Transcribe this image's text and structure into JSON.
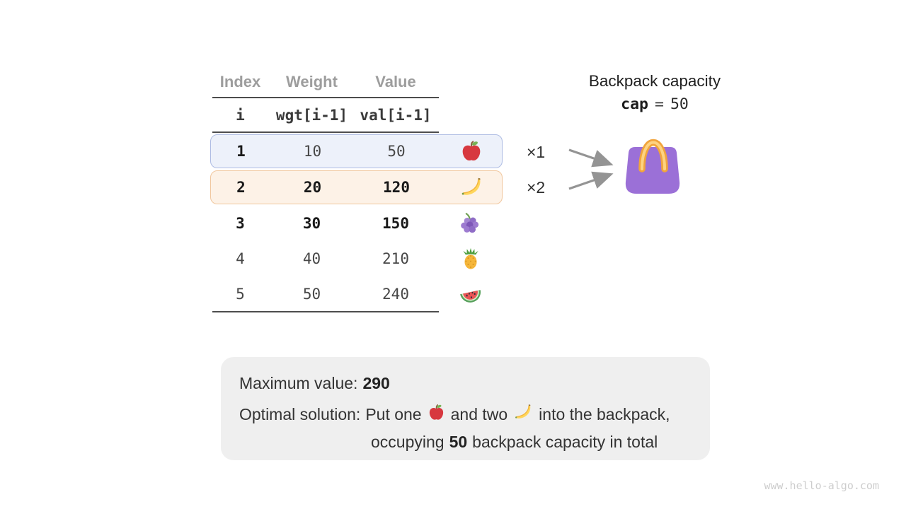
{
  "table": {
    "headers": [
      "Index",
      "Weight",
      "Value"
    ],
    "code_headers": [
      "i",
      "wgt[i-1]",
      "val[i-1]"
    ],
    "rows": [
      {
        "index": "1",
        "weight": "10",
        "value": "50",
        "fruit": "apple",
        "multiplier": "×1",
        "highlight": "blue"
      },
      {
        "index": "2",
        "weight": "20",
        "value": "120",
        "fruit": "banana",
        "multiplier": "×2",
        "highlight": "orange"
      },
      {
        "index": "3",
        "weight": "30",
        "value": "150",
        "fruit": "grapes",
        "multiplier": "",
        "highlight": ""
      },
      {
        "index": "4",
        "weight": "40",
        "value": "210",
        "fruit": "pineapple",
        "multiplier": "",
        "highlight": ""
      },
      {
        "index": "5",
        "weight": "50",
        "value": "240",
        "fruit": "watermelon",
        "multiplier": "",
        "highlight": ""
      }
    ]
  },
  "capacity": {
    "title": "Backpack capacity",
    "var": "cap",
    "eq": "=",
    "value": "50"
  },
  "summary": {
    "max_label": "Maximum value:",
    "max_value": "290",
    "opt_label": "Optimal solution:",
    "opt_put": "Put one",
    "opt_and": "and two",
    "opt_into": "into the backpack,",
    "occ_pre": "occupying",
    "occ_bold": "50",
    "occ_post": "backpack capacity in total"
  },
  "watermark": "www.hello-algo.com",
  "colors": {
    "row-blue-bg": "#edf1fa",
    "row-blue-border": "#aebce3",
    "row-orange-bg": "#fdf2e7",
    "row-orange-border": "#f1c79e",
    "bag-body": "#9b70d7",
    "bag-handle": "#f1a43c",
    "bag-handle-inner": "#fdd382",
    "line": "#4d4d4d",
    "header-gray": "#9d9d9d",
    "arrow": "#949494",
    "summary-bg": "#efefef",
    "watermark": "#cdcdcd"
  }
}
